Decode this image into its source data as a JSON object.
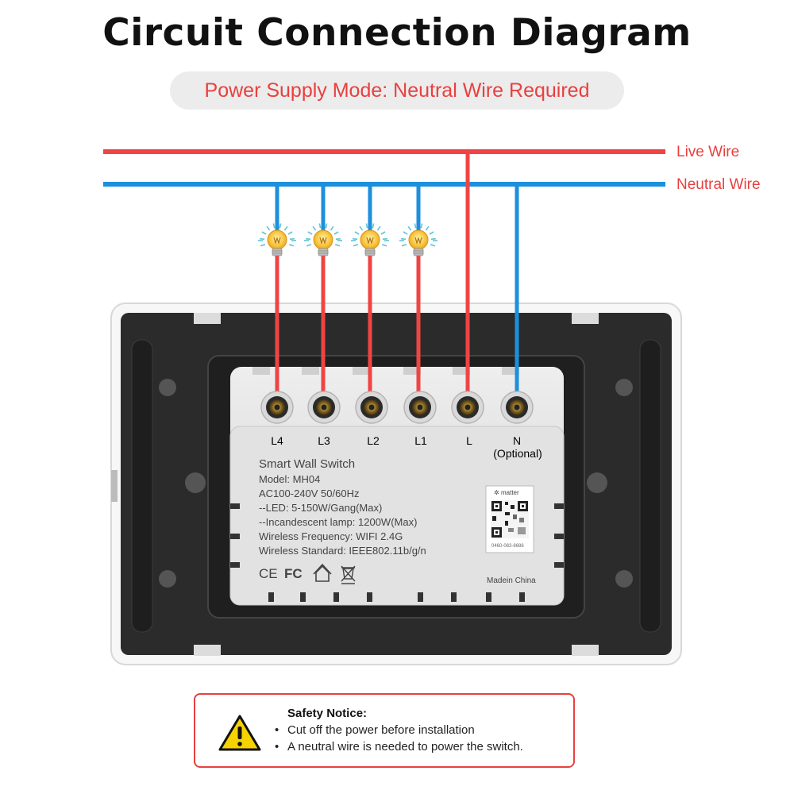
{
  "title": "Circuit Connection Diagram",
  "subtitle": "Power Supply Mode: Neutral Wire Required",
  "wires": {
    "live_label": "Live Wire",
    "neutral_label": "Neutral Wire",
    "live_color": "#f04444",
    "neutral_color": "#1e8fdc"
  },
  "terminals": [
    {
      "label": "L4",
      "note": ""
    },
    {
      "label": "L3",
      "note": ""
    },
    {
      "label": "L2",
      "note": ""
    },
    {
      "label": "L1",
      "note": ""
    },
    {
      "label": "L",
      "note": ""
    },
    {
      "label": "N",
      "note": "(Optional)"
    }
  ],
  "device": {
    "name": "Smart Wall Switch",
    "specs": [
      "Model: MH04",
      "AC100-240V 50/60Hz",
      "--LED: 5-150W/Gang(Max)",
      "--Incandescent lamp: 1200W(Max)",
      "Wireless Frequency: WIFI 2.4G",
      "Wireless Standard: IEEE802.11b/g/n"
    ],
    "cert_marks": [
      "CE",
      "FC"
    ],
    "origin": "Madein China",
    "matter_label": "matter",
    "qr_code_text": "0460-083-8686"
  },
  "safety_notice": {
    "title": "Safety Notice:",
    "items": [
      "Cut off the power before installation",
      "A neutral wire is needed to power the switch."
    ]
  }
}
